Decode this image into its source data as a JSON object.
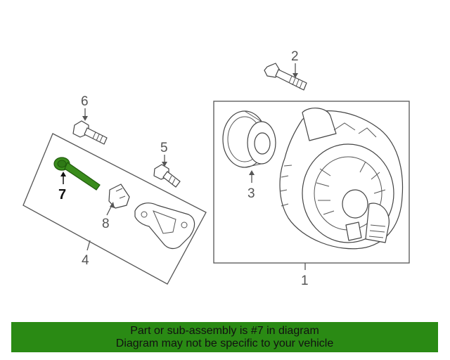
{
  "diagram": {
    "callouts": [
      "1",
      "2",
      "3",
      "4",
      "5",
      "6",
      "7",
      "8"
    ],
    "highlight_part": "7",
    "colors": {
      "line": "#555555",
      "highlight_part": "#3a8c1c",
      "banner_background": "#2a8a14"
    }
  },
  "banner": {
    "line1": "Part or sub-assembly is #7 in diagram",
    "line2": "Diagram may not be specific to your vehicle"
  }
}
